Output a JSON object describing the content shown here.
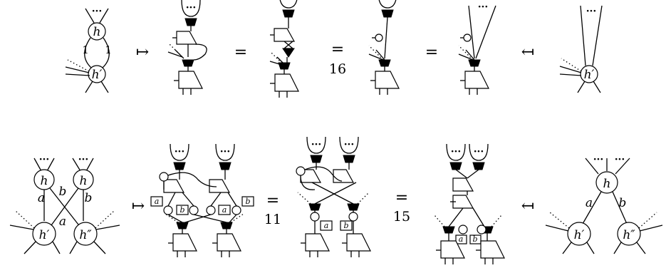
{
  "top_row": {
    "node_h": "h",
    "node_h_prime": "h′",
    "edge_left": "1",
    "edge_right": "1",
    "dots": "···",
    "maps_to": "↦",
    "equals_1": "=",
    "equals_2": "=",
    "equals_ref": "16",
    "equals_3": "=",
    "maps_from": "↤"
  },
  "bottom_row": {
    "node_h": "h",
    "node_h_prime": "h′",
    "node_h_dprime": "h″",
    "edge_a": "a",
    "edge_b": "b",
    "dots": "···",
    "maps_to": "↦",
    "equals_ref_1": "11",
    "equals_ref_2": "15",
    "maps_from": "↤"
  }
}
